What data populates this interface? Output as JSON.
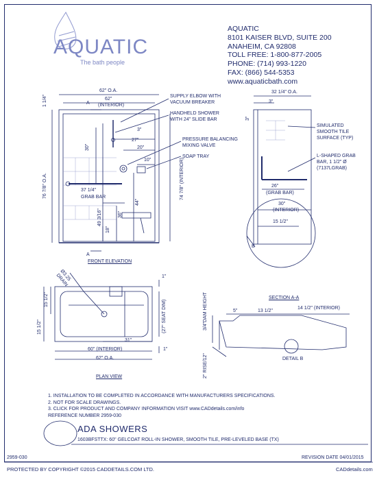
{
  "brand": {
    "name": "AQUATIC",
    "tagline": "The bath people"
  },
  "address": {
    "company": "AQUATIC",
    "street": "8101 KAISER BLVD, SUITE 200",
    "city": "ANAHEIM, CA 92808",
    "toll_free": "TOLL FREE: 1-800-877-2005",
    "phone": "PHONE: (714) 993-1220",
    "fax": "FAX: (866) 544-5353",
    "website": "www.aquaticbath.com"
  },
  "front_elevation": {
    "title": "FRONT ELEVATION",
    "dims": {
      "overall_width": "62\" O.A.",
      "interior_width": "62\"",
      "interior_word": "(INTERIOR)",
      "top_offset": "1 1/4\"",
      "overall_height": "76 7/8\" O.A.",
      "interior_height": "74 7/8\" (INTERIOR)",
      "d30": "30\"",
      "d3": "3\"",
      "d27": "27\"",
      "d20": "20\"",
      "d10": "10\"",
      "grab_bar_len": "37 1/4\"",
      "grab_bar": "GRAB BAR",
      "d49": "49 3/16\"",
      "d36": "36\"",
      "d44": "44\"",
      "d18": "18\"",
      "section_a": "A"
    },
    "callouts": {
      "supply_1": "SUPPLY ELBOW WITH",
      "supply_2": "VACUUM BREAKER",
      "shower_1": "HANDHELD SHOWER",
      "shower_2": "WITH 24\" SLIDE BAR",
      "valve_1": "PRESSURE BALANCING",
      "valve_2": "MIXING VALVE",
      "soap": "SOAP TRAY"
    }
  },
  "side_view": {
    "dims": {
      "overall": "32 1/4\" O.A.",
      "d3": "3\"",
      "d3v": "3\"",
      "d26": "26\"",
      "grab_bar": "(GRAB BAR)",
      "d30": "30\"",
      "interior": "(INTERIOR)",
      "d15": "15 1/2\"",
      "b": "B"
    },
    "callouts": {
      "tile_1": "SIMULATED",
      "tile_2": "SMOOTH TILE",
      "tile_3": "SURFACE (TYP)",
      "grab_1": "L-SHAPED GRAB",
      "grab_2": "BAR, 1 1/2\" Ø",
      "grab_3": "(7137LGRAB)"
    }
  },
  "plan_view": {
    "title": "PLAN VIEW",
    "dims": {
      "drain_1": "Ø3.25",
      "drain_2": "DRAIN",
      "d1_top": "1\"",
      "d15a": "15 1/2\"",
      "d15b": "15 1/2\"",
      "seat": "(27\" SEAT DIM)",
      "d31": "31\"",
      "d60": "60\" (INTERIOR)",
      "d1_bot": "1\"",
      "d62": "62\" O.A."
    }
  },
  "section_aa": {
    "title": "SECTION A-A",
    "dims": {
      "d5": "5\"",
      "d13": "13 1/2\"",
      "d14": "14 1/2\" (INTERIOR)",
      "d34": "3/4\"",
      "dam": "DAM HEIGHT",
      "rise": "2\" RISE/12\"",
      "detail": "DETAIL B"
    }
  },
  "notes": [
    "1.  INSTALLATION TO BE COMPLETED IN ACCORDANCE WITH MANUFACTURERS SPECIFICATIONS.",
    "2.  NOT FOR SCALE DRAWINGS.",
    "3.  CLICK FOR PRODUCT AND COMPANY INFORMATION VISIT www.CADdetails.com/info",
    "     REFERENCE NUMBER 2959-030"
  ],
  "title_block": {
    "title": "ADA SHOWERS",
    "subtitle": "1603BFSTTX: 60\" GELCOAT ROLL-IN SHOWER, SMOOTH TILE, PRE-LEVELED BASE (TX)",
    "ref": "2959-030",
    "revision": "REVISION DATE 04/01/2015"
  },
  "footer": {
    "copyright": "PROTECTED BY COPYRIGHT ©2015 CADDETAILS.COM LTD.",
    "site": "CADdetails.com"
  },
  "colors": {
    "ink": "#1f2a6b",
    "logo": "#7d87c4"
  }
}
